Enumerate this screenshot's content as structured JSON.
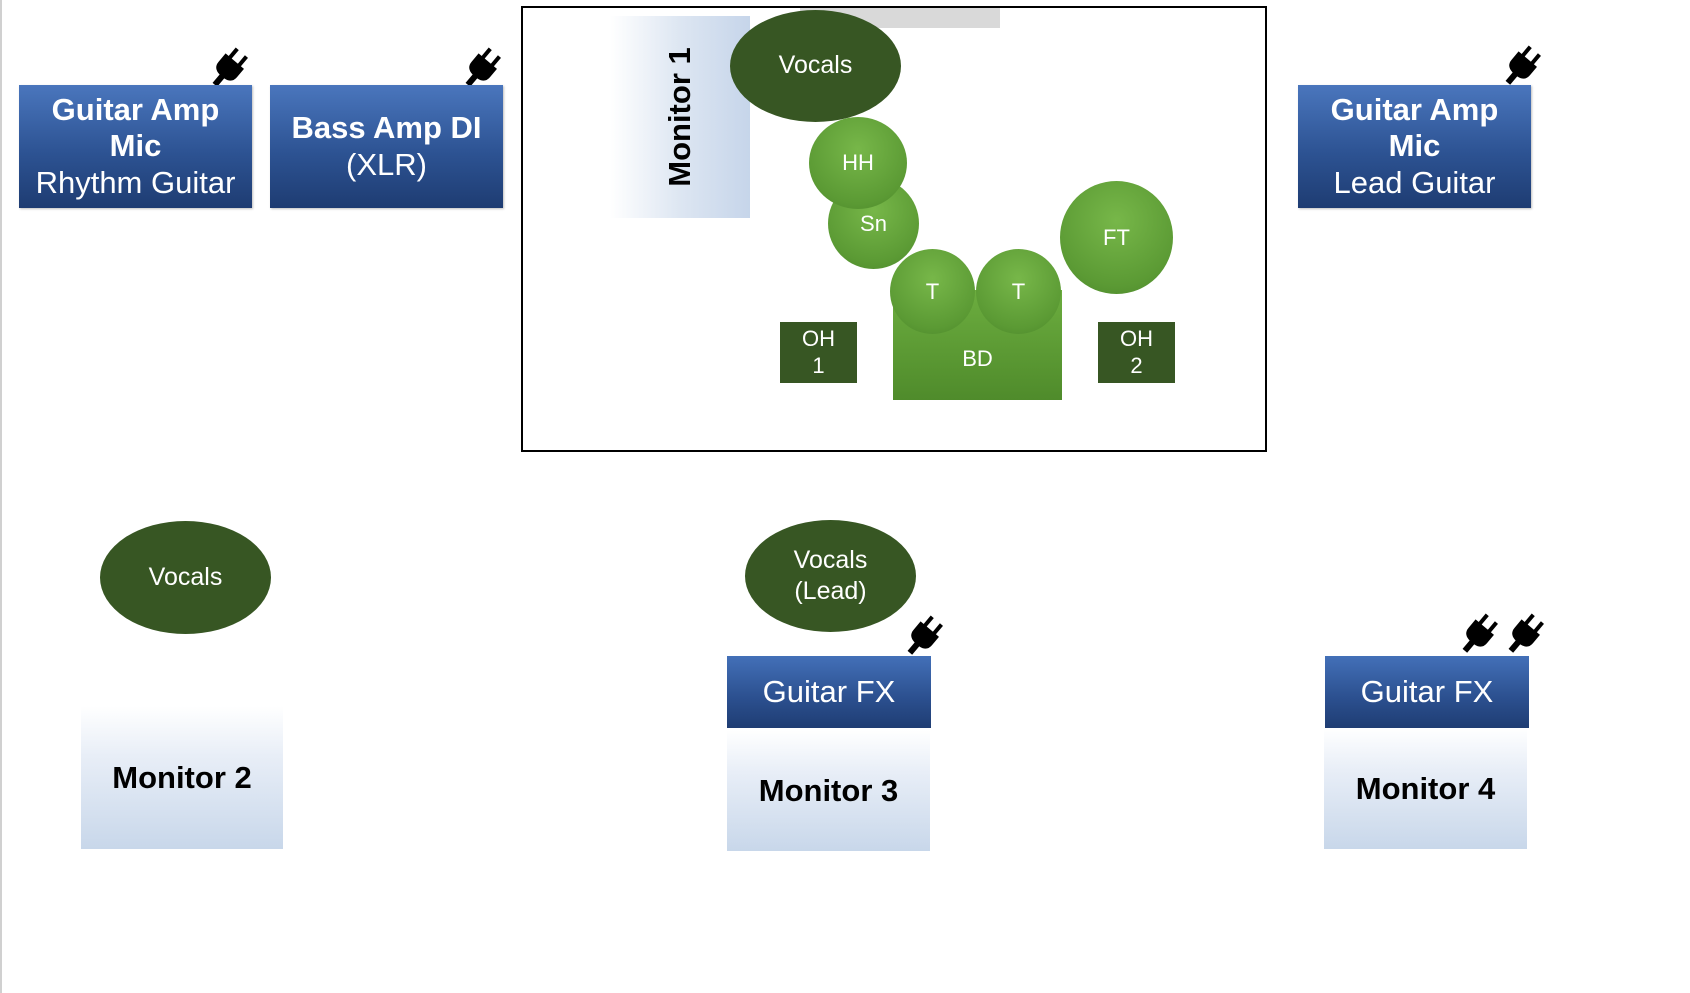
{
  "left_amp_rhythm": {
    "line1": "Guitar Amp",
    "line2": "Mic",
    "line3": "Rhythm Guitar",
    "plug_icon": "power-plug-icon"
  },
  "bass_amp": {
    "line1": "Bass Amp DI",
    "line2": "(XLR)",
    "plug_icon": "power-plug-icon"
  },
  "right_amp_lead": {
    "line1": "Guitar Amp",
    "line2": "Mic",
    "line3": "Lead Guitar",
    "plug_icon": "power-plug-icon"
  },
  "stage": {
    "monitor": "Monitor 1",
    "vocals": "Vocals",
    "drums": {
      "hihat": "HH",
      "snare": "Sn",
      "tom1": "T",
      "tom2": "T",
      "floor_tom": "FT",
      "bass_drum": "BD"
    },
    "overheads": [
      {
        "line1": "OH",
        "line2": "1"
      },
      {
        "line1": "OH",
        "line2": "2"
      }
    ]
  },
  "front_left": {
    "vocals": "Vocals",
    "monitor": "Monitor 2"
  },
  "front_center": {
    "vocals_line1": "Vocals",
    "vocals_line2": "(Lead)",
    "fx": "Guitar FX",
    "monitor": "Monitor 3"
  },
  "front_right": {
    "fx": "Guitar FX",
    "monitor": "Monitor 4"
  },
  "colors": {
    "amp_blue": "#2d5393",
    "dark_green": "#375623",
    "drum_green": "#5b9a34",
    "monitor_blue": "#c8d7ea"
  }
}
